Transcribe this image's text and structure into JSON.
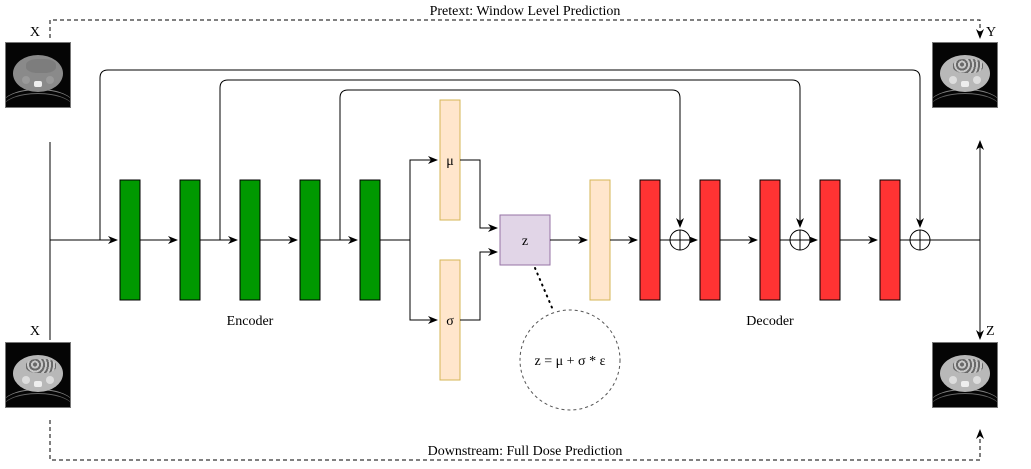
{
  "title_top": "Pretext: Window Level Prediction",
  "title_bottom": "Downstream: Full Dose Prediction",
  "images": {
    "input_top_label": "X",
    "input_bottom_label": "X",
    "output_top_label": "Y",
    "output_bottom_label": "Z"
  },
  "encoder": {
    "label": "Encoder",
    "block_count": 5,
    "color": "#009900"
  },
  "latent": {
    "mu_label": "μ",
    "sigma_label": "σ",
    "z_label": "z",
    "reparam_formula": "z = μ + σ * ε",
    "block_color": "#ffe6cc",
    "block_border": "#d6b656",
    "z_color": "#e1d5e7",
    "z_border": "#9673a6"
  },
  "decoder": {
    "label": "Decoder",
    "block_count": 5,
    "color": "#ff3333"
  },
  "skip_connections": {
    "count": 3,
    "operator": "sum"
  }
}
